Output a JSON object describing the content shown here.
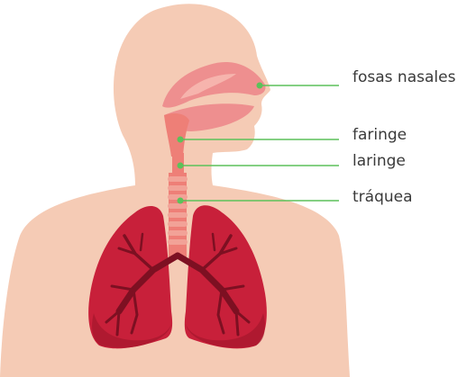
{
  "labels": {
    "nasal_cavity": "fosas nasales",
    "pharynx": "faringe",
    "larynx": "laringe",
    "trachea": "tráquea"
  },
  "colors": {
    "skin": "#f5cbb5",
    "nasal_tissue": "#ee8f8f",
    "airway": "#ee7f77",
    "trachea_ring": "#f2a297",
    "lung": "#c8203a",
    "lung_shadow": "#a4172c",
    "bronchi": "#7d1022",
    "leader_line": "#5cc15a"
  }
}
